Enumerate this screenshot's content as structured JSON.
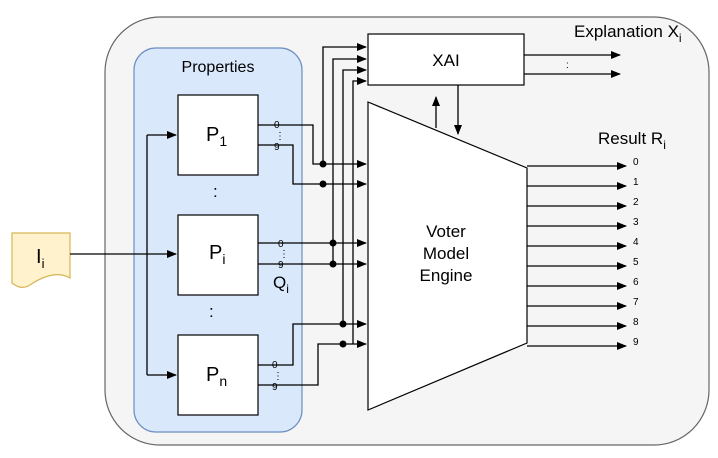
{
  "properties_label": "Properties",
  "p1": {
    "main": "P",
    "sub": "1"
  },
  "pi": {
    "main": "P",
    "sub": "i"
  },
  "pn": {
    "main": "P",
    "sub": "n"
  },
  "input": {
    "main": "I",
    "sub": "i"
  },
  "q": {
    "main": "Q",
    "sub": "i"
  },
  "xai_label": "XAI",
  "engine": {
    "line1": "Voter",
    "line2": "Model",
    "line3": "Engine"
  },
  "explanation": {
    "main": "Explanation X",
    "sub": "i"
  },
  "result": {
    "main": "Result R",
    "sub": "i"
  },
  "ellipsis": ":",
  "port_top": "0",
  "port_dots": "⋮",
  "port_bottom": "9",
  "outputs": [
    "0",
    "1",
    "2",
    "3",
    "4",
    "5",
    "6",
    "7",
    "8",
    "9"
  ],
  "colors": {
    "outer_fill": "#f5f5f5",
    "properties_fill": "#dae8fc",
    "properties_stroke": "#6c8ebf",
    "input_fill": "#fff2cc",
    "input_stroke": "#d6b656"
  }
}
